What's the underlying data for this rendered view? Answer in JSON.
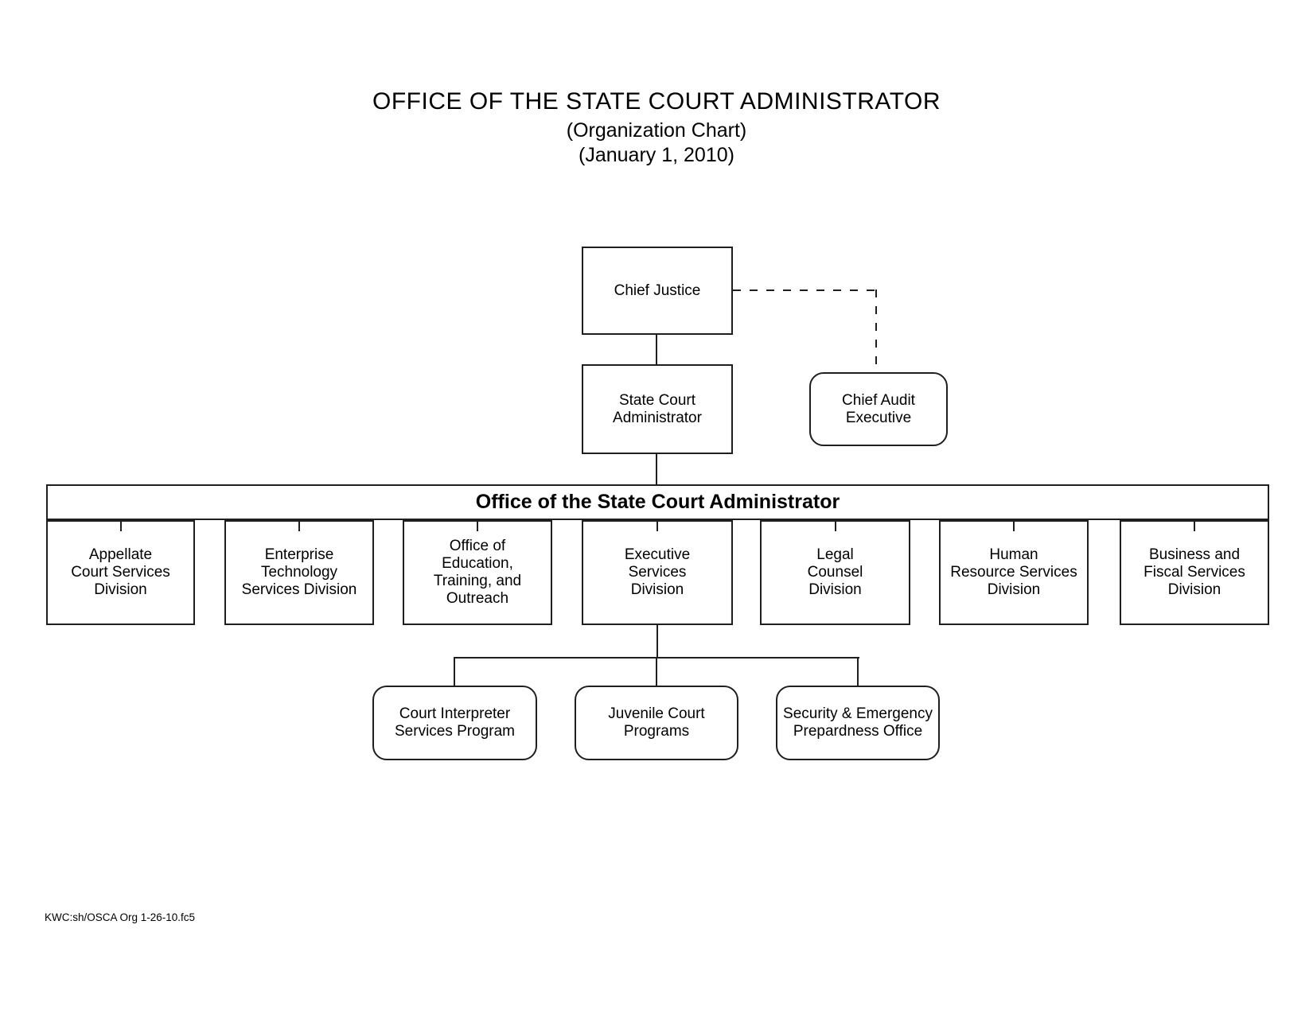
{
  "meta": {
    "background_color": "#ffffff",
    "line_color": "#1f1f1f",
    "text_color": "#000000"
  },
  "header": {
    "title": "OFFICE OF THE STATE COURT ADMINISTRATOR",
    "subtitle": "(Organization Chart)",
    "date": "(January 1, 2010)"
  },
  "chart": {
    "chief_justice": {
      "label": "Chief Justice"
    },
    "state_court_administrator": {
      "label": "State Court\nAdministrator"
    },
    "chief_audit_executive": {
      "label": "Chief Audit\nExecutive"
    },
    "office_banner": {
      "label": "Office of the State Court Administrator"
    },
    "divisions": [
      {
        "label": "Appellate\nCourt Services\nDivision"
      },
      {
        "label": "Enterprise\nTechnology\nServices Division"
      },
      {
        "label": "Office of\nEducation,\nTraining, and\nOutreach"
      },
      {
        "label": "Executive\nServices\nDivision"
      },
      {
        "label": "Legal\nCounsel\nDivision"
      },
      {
        "label": "Human\nResource Services\nDivision"
      },
      {
        "label": "Business and\nFiscal Services\nDivision"
      }
    ],
    "programs": [
      {
        "label": "Court Interpreter\nServices Program"
      },
      {
        "label": "Juvenile Court\nPrograms"
      },
      {
        "label": "Security & Emergency\nPrepardness Office"
      }
    ]
  },
  "footer": {
    "note": "KWC:sh/OSCA Org 1-26-10.fc5"
  }
}
